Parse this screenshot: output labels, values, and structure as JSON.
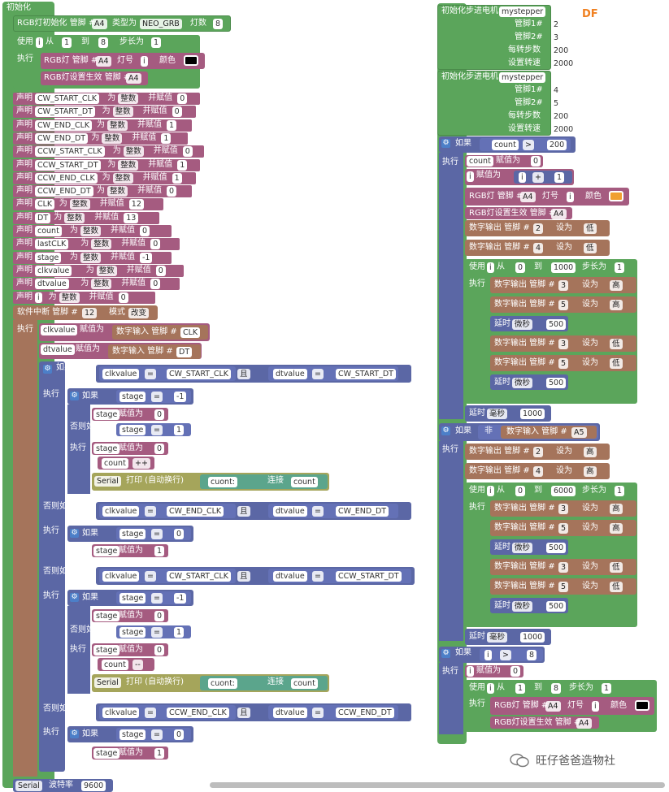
{
  "brand": {
    "logo": "DF",
    "watermark": "旺仔爸爸造物社"
  },
  "colors": {
    "green": "#5ba55b",
    "magenta": "#a55b80",
    "blue": "#5ba55b",
    "brown": "#a5745b",
    "orange": "#f0a030",
    "black": "#000000"
  },
  "setup": {
    "header": "初始化",
    "rgb_init": {
      "label": "RGB灯初始化 管脚 #",
      "pin": "A4",
      "type_label": "类型为",
      "type": "NEO_GRB",
      "count_label": "灯数",
      "count": "8"
    },
    "loop1": {
      "use": "使用",
      "var": "i",
      "from": "从",
      "start": "1",
      "to": "到",
      "end": "8",
      "step_label": "步长为",
      "step": "1"
    },
    "exec": "执行",
    "rgb_set": {
      "label": "RGB灯 管脚 #",
      "pin": "A4",
      "idx_label": "灯号",
      "idx": "i",
      "color_label": "颜色"
    },
    "rgb_show": {
      "label": "RGB灯设置生效 管脚 #",
      "pin": "A4"
    },
    "declare_word": "声明",
    "as_word": "为",
    "type_int": "整数",
    "assign_word": "并赋值",
    "declares": [
      {
        "name": "CW_START_CLK",
        "value": "0"
      },
      {
        "name": "CW_START_DT",
        "value": "0"
      },
      {
        "name": "CW_END_CLK",
        "value": "1"
      },
      {
        "name": "CW_END_DT",
        "value": "1"
      },
      {
        "name": "CCW_START_CLK",
        "value": "0"
      },
      {
        "name": "CCW_START_DT",
        "value": "1"
      },
      {
        "name": "CCW_END_CLK",
        "value": "1"
      },
      {
        "name": "CCW_END_DT",
        "value": "0"
      },
      {
        "name": "CLK",
        "value": "12"
      },
      {
        "name": "DT",
        "value": "13"
      },
      {
        "name": "count",
        "value": "0"
      },
      {
        "name": "lastCLK",
        "value": "0"
      },
      {
        "name": "stage",
        "value": "-1"
      },
      {
        "name": "clkvalue",
        "value": "0"
      },
      {
        "name": "dtvalue",
        "value": "0"
      },
      {
        "name": "i",
        "value": "0"
      }
    ],
    "interrupt": {
      "label": "软件中断 管脚 #",
      "pin": "12",
      "mode_label": "模式",
      "mode": "改变"
    },
    "serial": {
      "name": "Serial",
      "baud_label": "波特率",
      "baud": "9600"
    }
  },
  "isr": {
    "assign_word": "赋值为",
    "dread": "数字输入 管脚 #",
    "clk_assign": {
      "var": "clkvalue",
      "pin": "CLK"
    },
    "dt_assign": {
      "var": "dtvalue",
      "pin": "DT"
    },
    "if_word": "如果",
    "elif_word": "否则如果",
    "exec_word": "执行",
    "and_word": "且",
    "eq": "=",
    "cond1": {
      "a": "clkvalue",
      "b": "CW_START_CLK",
      "c": "dtvalue",
      "d": "CW_START_DT"
    },
    "c1_if": {
      "var": "stage",
      "val": "-1",
      "set": "0"
    },
    "c1_elif": {
      "var": "stage",
      "val": "1",
      "set": "0"
    },
    "c1_inc": {
      "var": "count",
      "op": "++"
    },
    "c1_print": {
      "serial": "Serial",
      "label": "打印 (自动换行)",
      "text": "cuont:",
      "join": "连接",
      "var": "count"
    },
    "cond2": {
      "a": "clkvalue",
      "b": "CW_END_CLK",
      "c": "dtvalue",
      "d": "CW_END_DT"
    },
    "c2_if": {
      "var": "stage",
      "val": "0",
      "set": "1"
    },
    "cond3": {
      "a": "clkvalue",
      "b": "CW_START_CLK",
      "c": "dtvalue",
      "d": "CCW_START_DT"
    },
    "c3_if": {
      "var": "stage",
      "val": "-1",
      "set": "0"
    },
    "c3_elif": {
      "var": "stage",
      "val": "1",
      "set": "0"
    },
    "c3_dec": {
      "var": "count",
      "op": "--"
    },
    "c3_print": {
      "serial": "Serial",
      "label": "打印 (自动换行)",
      "text": "cuont:",
      "join": "连接",
      "var": "count"
    },
    "cond4": {
      "a": "clkvalue",
      "b": "CCW_END_CLK",
      "c": "dtvalue",
      "d": "CCW_END_DT"
    },
    "c4_if": {
      "var": "stage",
      "val": "0",
      "set": "1"
    }
  },
  "stepper": {
    "init_label": "初始化步进电机",
    "name": "mystepper",
    "pin1_label": "管脚1#",
    "pin2_label": "管脚2#",
    "steps_label": "每转步数",
    "speed_label": "设置转速",
    "m1": {
      "pin1": "2",
      "pin2": "3",
      "steps": "200",
      "speed": "2000"
    },
    "m2": {
      "pin1": "4",
      "pin2": "5",
      "steps": "200",
      "speed": "2000"
    }
  },
  "loop": {
    "if_word": "如果",
    "exec_word": "执行",
    "not_word": "非",
    "assign_word": "赋值为",
    "dout": "数字输出 管脚 #",
    "set_to": "设为",
    "low": "低",
    "high": "高",
    "delay": "延时",
    "us": "微秒",
    "ms": "毫秒",
    "use": "使用",
    "from": "从",
    "to": "到",
    "step_label": "步长为",
    "cond1": {
      "var": "count",
      "op": ">",
      "val": "200"
    },
    "count_reset": {
      "var": "count",
      "val": "0"
    },
    "i_inc": {
      "var": "i",
      "op": "+",
      "val": "1"
    },
    "rgb": {
      "label": "RGB灯 管脚 #",
      "pin": "A4",
      "idx_label": "灯号",
      "idx": "i",
      "color_label": "颜色",
      "show": "RGB灯设置生效 管脚 #"
    },
    "b1": {
      "pinA": "2",
      "valA": "低",
      "pinB": "4",
      "valB": "低",
      "from": "0",
      "to": "1000",
      "step": "1",
      "p1": "3",
      "v1": "高",
      "p2": "5",
      "v2": "高",
      "d1": "500",
      "p3": "3",
      "v3": "低",
      "p4": "5",
      "v4": "低",
      "d2": "500",
      "dms": "1000"
    },
    "cond2": {
      "read": "数字输入 管脚 #",
      "pin": "A5"
    },
    "b2": {
      "pinA": "2",
      "valA": "高",
      "pinB": "4",
      "valB": "高",
      "from": "0",
      "to": "6000",
      "step": "1",
      "p1": "3",
      "v1": "高",
      "p2": "5",
      "v2": "高",
      "d1": "500",
      "p3": "3",
      "v3": "低",
      "p4": "5",
      "v4": "低",
      "d2": "500",
      "dms": "1000"
    },
    "cond3": {
      "var": "i",
      "op": ">",
      "val": "8"
    },
    "i_reset": {
      "var": "i",
      "val": "0"
    },
    "loop3": {
      "var": "i",
      "from": "1",
      "to": "8",
      "step": "1"
    }
  }
}
